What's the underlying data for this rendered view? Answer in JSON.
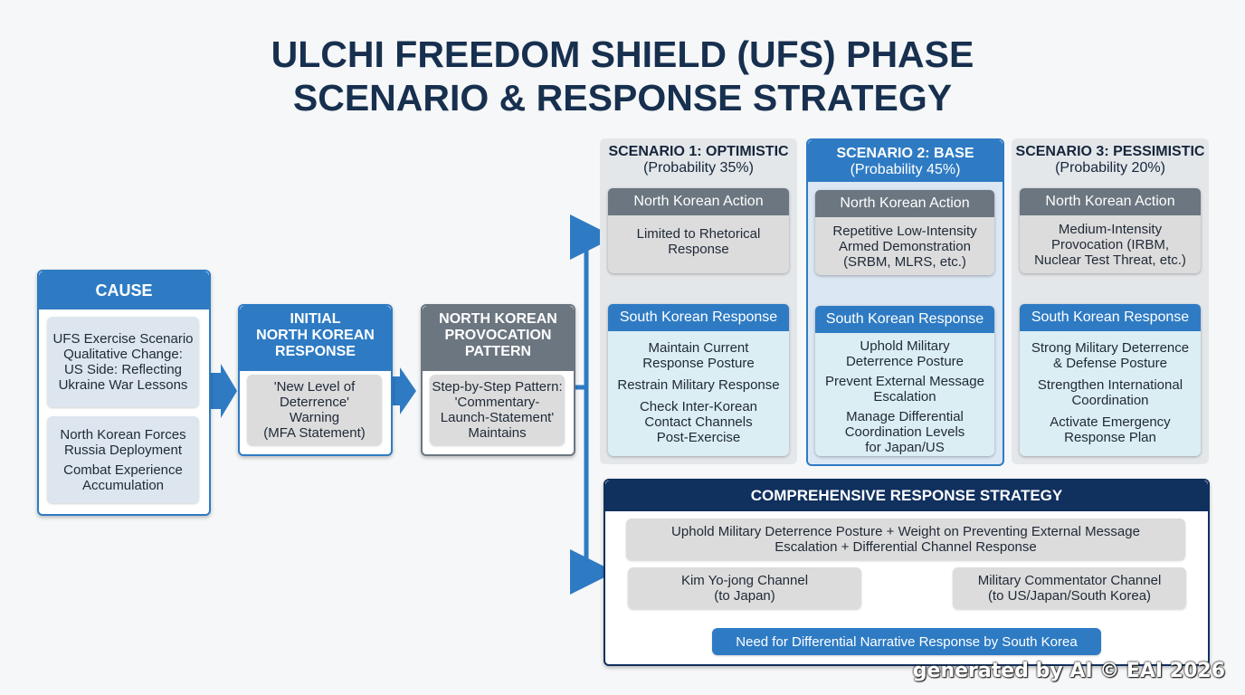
{
  "title": [
    "ULCHI FREEDOM SHIELD (UFS) PHASE",
    "SCENARIO & RESPONSE STRATEGY"
  ],
  "cause": {
    "header": "CAUSE",
    "box1": [
      "UFS Exercise Scenario",
      "Qualitative Change:",
      "US Side: Reflecting",
      "Ukraine War Lessons"
    ],
    "box2": [
      "North Korean Forces",
      "Russia Deployment",
      "Combat Experience",
      "Accumulation"
    ]
  },
  "initial": {
    "header": [
      "INITIAL",
      "NORTH KOREAN",
      "RESPONSE"
    ],
    "box": [
      "'New Level of",
      "Deterrence'",
      "Warning",
      "(MFA Statement)"
    ]
  },
  "provocation": {
    "header": [
      "NORTH KOREAN",
      "PROVOCATION",
      "PATTERN"
    ],
    "box": [
      "Step-by-Step Pattern:",
      "'Commentary-",
      "Launch-Statement'",
      "Maintains"
    ]
  },
  "scenarios": [
    {
      "title": "SCENARIO 1: OPTIMISTIC",
      "probability": "(Probability 35%)",
      "nk_label": "North Korean Action",
      "nk_text": [
        "Limited to Rhetorical",
        "Response"
      ],
      "sk_label": "South Korean Response",
      "sk_items": [
        [
          "Maintain Current",
          "Response Posture"
        ],
        [
          "Restrain Military Response"
        ],
        [
          "Check Inter-Korean",
          "Contact Channels",
          "Post-Exercise"
        ]
      ]
    },
    {
      "title": "SCENARIO 2: BASE",
      "probability": "(Probability 45%)",
      "nk_label": "North Korean Action",
      "nk_text": [
        "Repetitive Low-Intensity",
        "Armed Demonstration",
        "(SRBM, MLRS, etc.)"
      ],
      "sk_label": "South Korean Response",
      "sk_items": [
        [
          "Uphold Military",
          "Deterrence Posture"
        ],
        [
          "Prevent External Message",
          "Escalation"
        ],
        [
          "Manage Differential",
          "Coordination Levels",
          "for Japan/US"
        ]
      ]
    },
    {
      "title": "SCENARIO 3: PESSIMISTIC",
      "probability": "(Probability 20%)",
      "nk_label": "North Korean Action",
      "nk_text": [
        "Medium-Intensity",
        "Provocation (IRBM,",
        "Nuclear Test Threat, etc.)"
      ],
      "sk_label": "South Korean Response",
      "sk_items": [
        [
          "Strong Military Deterrence",
          "& Defense Posture"
        ],
        [
          "Strengthen International",
          "Coordination"
        ],
        [
          "Activate Emergency",
          "Response Plan"
        ]
      ]
    }
  ],
  "strategy": {
    "header": "COMPREHENSIVE RESPONSE STRATEGY",
    "main": [
      "Uphold Military Deterrence Posture + Weight on Preventing External Message",
      "Escalation + Differential Channel Response"
    ],
    "left": [
      "Kim Yo-jong Channel",
      "(to Japan)"
    ],
    "right": [
      "Military Commentator Channel",
      "(to US/Japan/South Korea)"
    ],
    "bottom": "Need for Differential Narrative Response by South Korea"
  },
  "watermark": "generated by AI © EAI 2026",
  "colors": {
    "navy": "#17304f",
    "blue": "#2e7bc4",
    "gray_header": "#6b7680",
    "dark_blue": "#10305e"
  }
}
